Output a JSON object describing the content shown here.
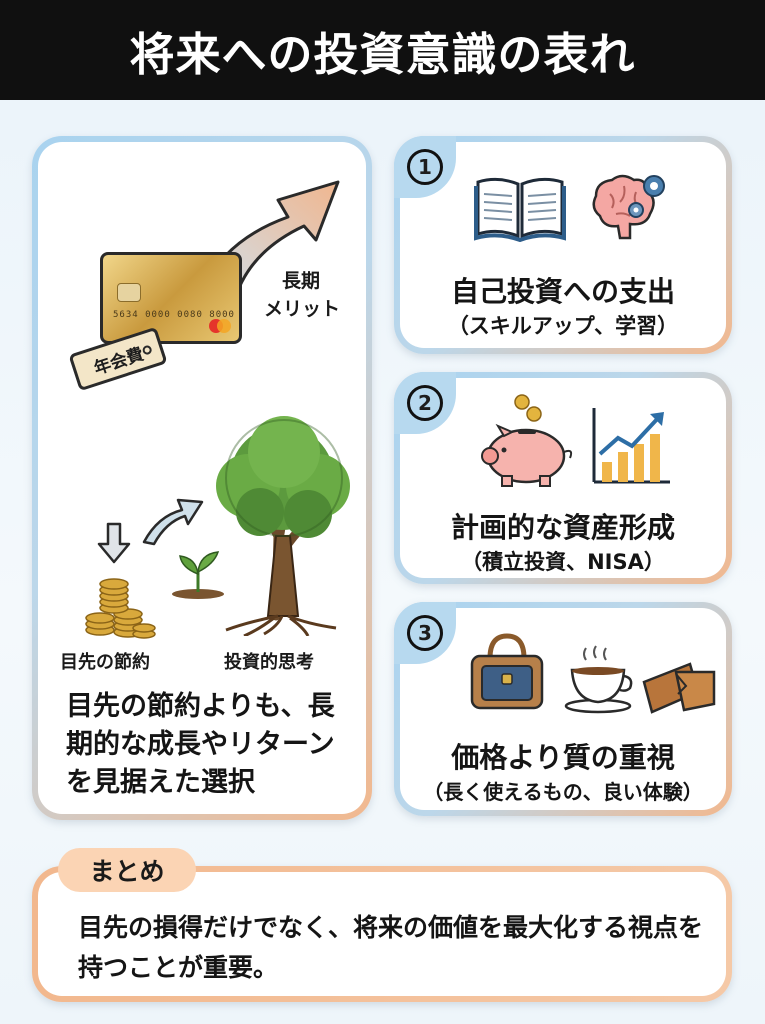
{
  "title": "将来への投資意識の表れ",
  "left_panel": {
    "card_number": "5634  0000  0080  8000",
    "fee_tag": "年会費",
    "merit_label_line1": "長期",
    "merit_label_line2": "メリット",
    "saving_label": "目先の節約",
    "investing_label": "投資的思考",
    "description": "目先の節約よりも、長期的な成長やリターンを見据えた選択"
  },
  "cards": [
    {
      "number": "1",
      "title": "自己投資への支出",
      "subtitle": "（スキルアップ、学習）"
    },
    {
      "number": "2",
      "title": "計画的な資産形成",
      "subtitle": "（積立投資、NISA）"
    },
    {
      "number": "3",
      "title": "価格より質の重視",
      "subtitle": "（長く使えるもの、良い体験）"
    }
  ],
  "summary": {
    "tag": "まとめ",
    "text": "目先の損得だけでなく、将来の価値を最大化する視点を持つことが重要。"
  },
  "colors": {
    "header_bg": "#101010",
    "badge_blue": "#b7d9ef",
    "summary_tag": "#fbd4b4",
    "accent_orange": "#f2b88e"
  }
}
